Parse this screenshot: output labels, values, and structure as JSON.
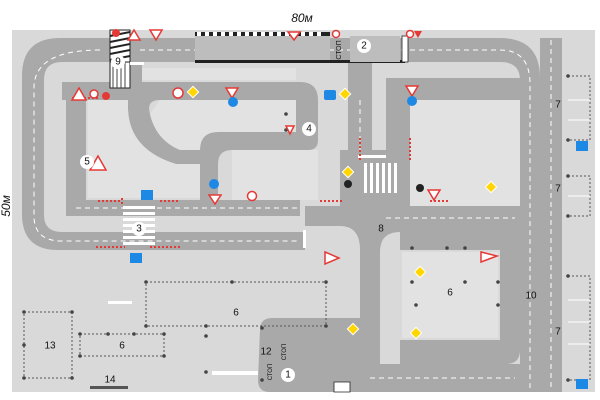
{
  "dimensions": {
    "width_label": "80м",
    "height_label": "50м"
  },
  "zones": [
    {
      "id": "zone-1",
      "number": "1"
    },
    {
      "id": "zone-2",
      "number": "2"
    },
    {
      "id": "zone-3",
      "number": "3"
    },
    {
      "id": "zone-4",
      "number": "4"
    },
    {
      "id": "zone-5",
      "number": "5"
    },
    {
      "id": "zone-6a",
      "number": "6"
    },
    {
      "id": "zone-6b",
      "number": "6"
    },
    {
      "id": "zone-6c",
      "number": "6"
    },
    {
      "id": "zone-7a",
      "number": "7"
    },
    {
      "id": "zone-7b",
      "number": "7"
    },
    {
      "id": "zone-7c",
      "number": "7"
    },
    {
      "id": "zone-8",
      "number": "8"
    },
    {
      "id": "zone-9",
      "number": "9"
    },
    {
      "id": "zone-10",
      "number": "10"
    },
    {
      "id": "zone-12",
      "number": "12"
    },
    {
      "id": "zone-13",
      "number": "13"
    },
    {
      "id": "zone-14",
      "number": "14"
    }
  ],
  "road_text": {
    "stop_top": "СТОП",
    "stop_bottom": "СТОП",
    "stop_left": "СТОП"
  },
  "colors": {
    "asphalt": "#a9a9a9",
    "ground": "#d9d9d9",
    "island": "#e2e2e2",
    "marking": "#ffffff",
    "sign_red": "#e53935",
    "sign_blue": "#1e88e5",
    "sign_yellow": "#ffd600"
  }
}
